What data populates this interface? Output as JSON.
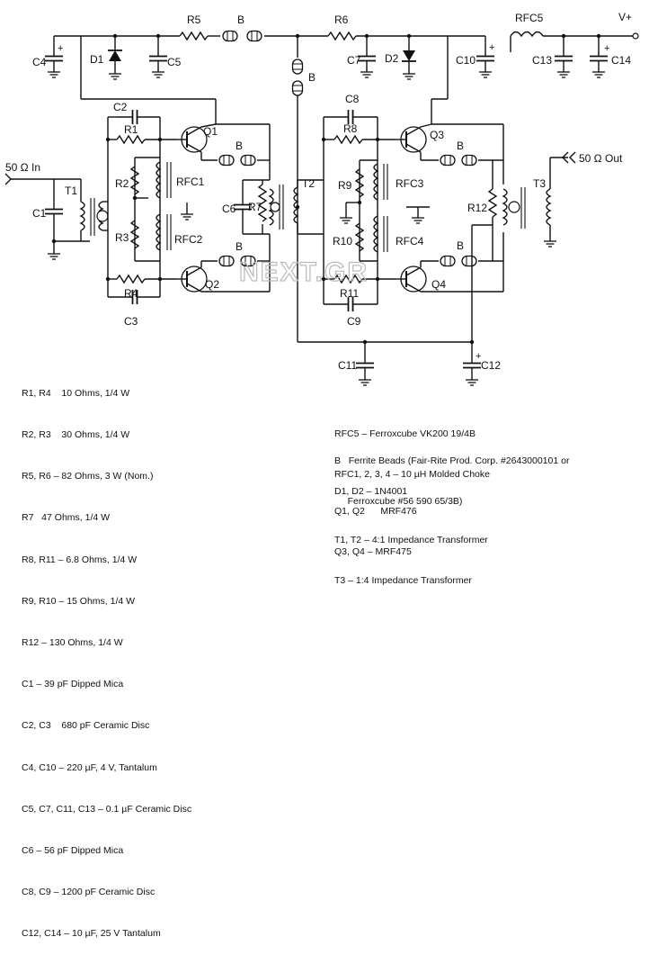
{
  "labels": {
    "r5": "R5",
    "b_top": "B",
    "r6": "R6",
    "rfc5": "RFC5",
    "vplus": "V+",
    "c4": "C4",
    "d1": "D1",
    "c5": "C5",
    "b_vert": "B",
    "c7": "C7",
    "d2": "D2",
    "c10": "C10",
    "c13": "C13",
    "c14": "C14",
    "c2": "C2",
    "r1": "R1",
    "q1": "Q1",
    "b_q1": "B",
    "c8": "C8",
    "r8": "R8",
    "q3": "Q3",
    "b_q3": "B",
    "input": "50 Ω In",
    "t1": "T1",
    "c1": "C1",
    "r2": "R2",
    "rfc1": "RFC1",
    "r3": "R3",
    "rfc2": "RFC2",
    "c6": "C6",
    "r7": "R7",
    "t2": "T2",
    "r9": "R9",
    "rfc3": "RFC3",
    "r10": "R10",
    "rfc4": "RFC4",
    "r12": "R12",
    "t3": "T3",
    "output": "50 Ω Out",
    "b_q2": "B",
    "r4": "R4",
    "q2": "Q2",
    "c3": "C3",
    "b_q4": "B",
    "r11": "R11",
    "q4": "Q4",
    "c9": "C9",
    "c11": "C11",
    "c12": "C12",
    "plus": "+"
  },
  "watermark": "NEXT.GR",
  "legend_left": [
    "R1, R4    10 Ohms, 1/4 W",
    "R2, R3    30 Ohms, 1/4 W",
    "R5, R6 – 82 Ohms, 3 W (Nom.)",
    "R7   47 Ohms, 1/4 W",
    "R8, R11 – 6.8 Ohms, 1/4 W",
    "R9, R10 – 15 Ohms, 1/4 W",
    "R12 – 130 Ohms, 1/4 W",
    "C1 – 39 pF Dipped Mica",
    "C2, C3    680 pF Ceramic Disc",
    "C4, C10 – 220 µF, 4 V, Tantalum",
    "C5, C7, C11, C13 – 0.1 µF Ceramic Disc",
    "C6 – 56 pF Dipped Mica",
    "C8, C9 – 1200 pF Ceramic Disc",
    "C12, C14 – 10 µF, 25 V Tantalum"
  ],
  "legend_right_a": [
    "RFC5 – Ferroxcube VK200 19/4B",
    "RFC1, 2, 3, 4 – 10 µH Molded Choke"
  ],
  "legend_right_b": [
    "B   Ferrite Beads (Fair-Rite Prod. Corp. #2643000101 or",
    "     Ferroxcube #56 590 65/3B)"
  ],
  "legend_right_c": [
    "D1, D2 – 1N4001"
  ],
  "legend_right_d": [
    "Q1, Q2      MRF476",
    "Q3, Q4 – MRF475"
  ],
  "legend_right_e": [
    "T1, T2 – 4:1 Impedance Transformer",
    "T3 – 1:4 Impedance Transformer"
  ]
}
